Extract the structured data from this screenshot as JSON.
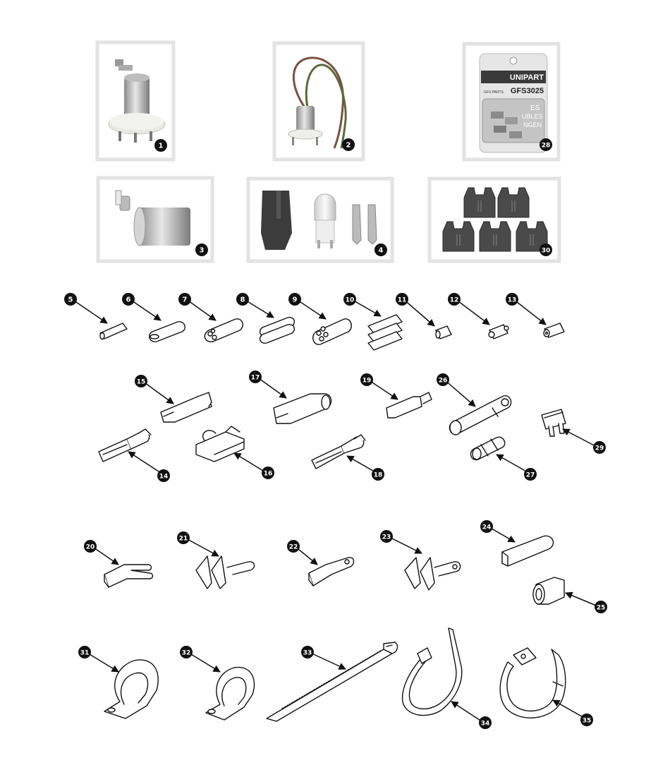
{
  "package_card": {
    "brand": "UNIPART",
    "part_number": "GFS3025",
    "small_print": "GFS PARTS",
    "window_text": [
      "ES",
      "UBLES",
      "NGEN"
    ]
  },
  "callouts": [
    {
      "n": "1"
    },
    {
      "n": "2"
    },
    {
      "n": "3"
    },
    {
      "n": "4"
    },
    {
      "n": "5"
    },
    {
      "n": "6"
    },
    {
      "n": "7"
    },
    {
      "n": "8"
    },
    {
      "n": "9"
    },
    {
      "n": "10"
    },
    {
      "n": "11"
    },
    {
      "n": "12"
    },
    {
      "n": "13"
    },
    {
      "n": "14"
    },
    {
      "n": "15"
    },
    {
      "n": "16"
    },
    {
      "n": "17"
    },
    {
      "n": "18"
    },
    {
      "n": "19"
    },
    {
      "n": "20"
    },
    {
      "n": "21"
    },
    {
      "n": "22"
    },
    {
      "n": "23"
    },
    {
      "n": "24"
    },
    {
      "n": "25"
    },
    {
      "n": "26"
    },
    {
      "n": "27"
    },
    {
      "n": "28"
    },
    {
      "n": "29"
    },
    {
      "n": "30"
    },
    {
      "n": "31"
    },
    {
      "n": "32"
    },
    {
      "n": "33"
    },
    {
      "n": "34"
    },
    {
      "n": "35"
    }
  ],
  "colors": {
    "badge": "#111111",
    "badge_text": "#ffffff",
    "photo_frame": "#e3e3e3",
    "line": "#111111",
    "fuse_body": "#4a4a4a",
    "metal": "#c9c9c9"
  },
  "icons": [
    "arrow-leader",
    "photo-frame",
    "part-line-drawing"
  ]
}
